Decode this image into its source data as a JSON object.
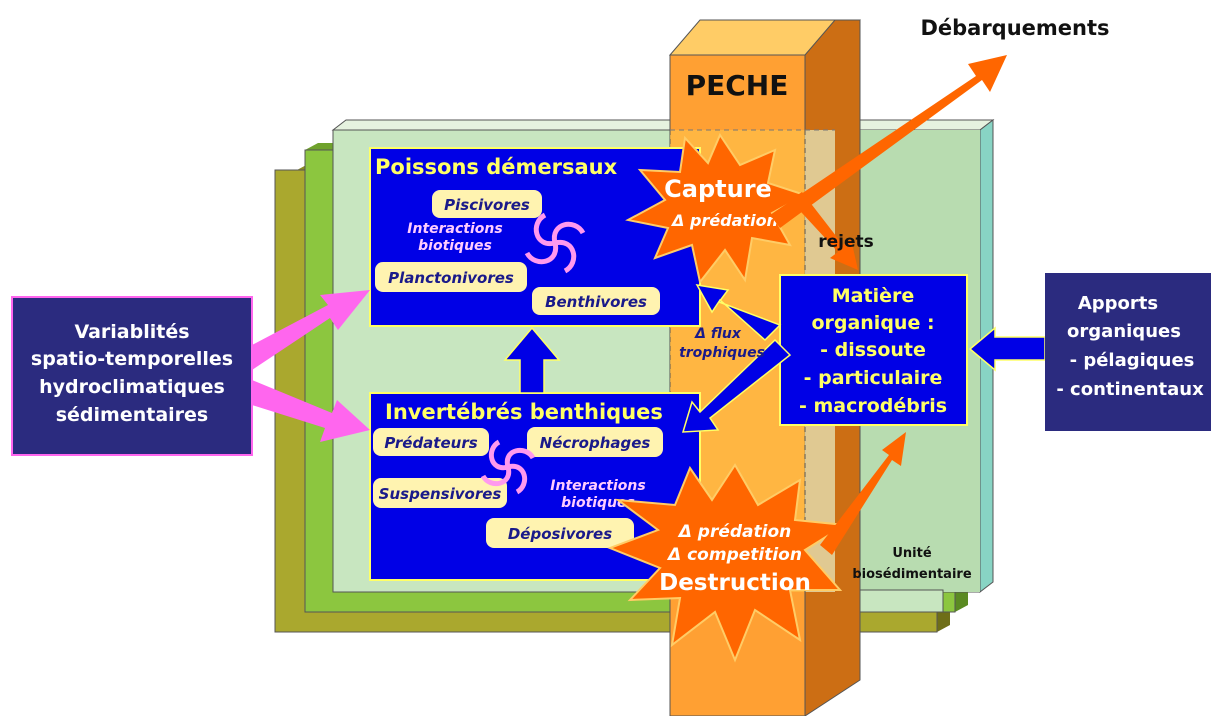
{
  "fishing_label": "PECHE",
  "landings_label": "Débarquements",
  "capture": {
    "title": "Capture",
    "subtitle": "Δ prédation"
  },
  "discards_label": "rejets",
  "destruction": {
    "line1": "Δ prédation",
    "line2": "Δ competition",
    "title": "Destruction"
  },
  "demersal": {
    "title": "Poissons démersaux",
    "groups": [
      "Piscivores",
      "Planctonivores",
      "Benthivores"
    ],
    "interactions": [
      "Interactions",
      "biotiques"
    ]
  },
  "benthic": {
    "title": "Invertébrés benthiques",
    "groups": [
      "Prédateurs",
      "Nécrophages",
      "Suspensivores",
      "Déposivores"
    ],
    "interactions": [
      "Interactions",
      "biotiques"
    ]
  },
  "trophic_flux": [
    "Δ flux",
    "trophiques"
  ],
  "organic_matter": [
    "Matière",
    "organique :",
    "- dissoute",
    "- particulaire",
    "- macrodébris"
  ],
  "variability": [
    "Variablités",
    "spatio-temporelles",
    "hydroclimatiques",
    "sédimentaires"
  ],
  "organic_inputs": [
    "Apports",
    "organiques",
    "- pélagiques",
    "- continentaux"
  ],
  "unit_label": [
    "Unité",
    "biosédimentaire"
  ],
  "colors": {
    "navy": "#2b2b7f",
    "blue": "#0000e6",
    "yellow": "#ffff66",
    "orange": "#ff6600",
    "fishing_column": "#ffa033",
    "pink": "#ff66ee",
    "pale_green": "#c8e6c0",
    "green": "#8cc63f",
    "olive": "#aaa82e"
  }
}
